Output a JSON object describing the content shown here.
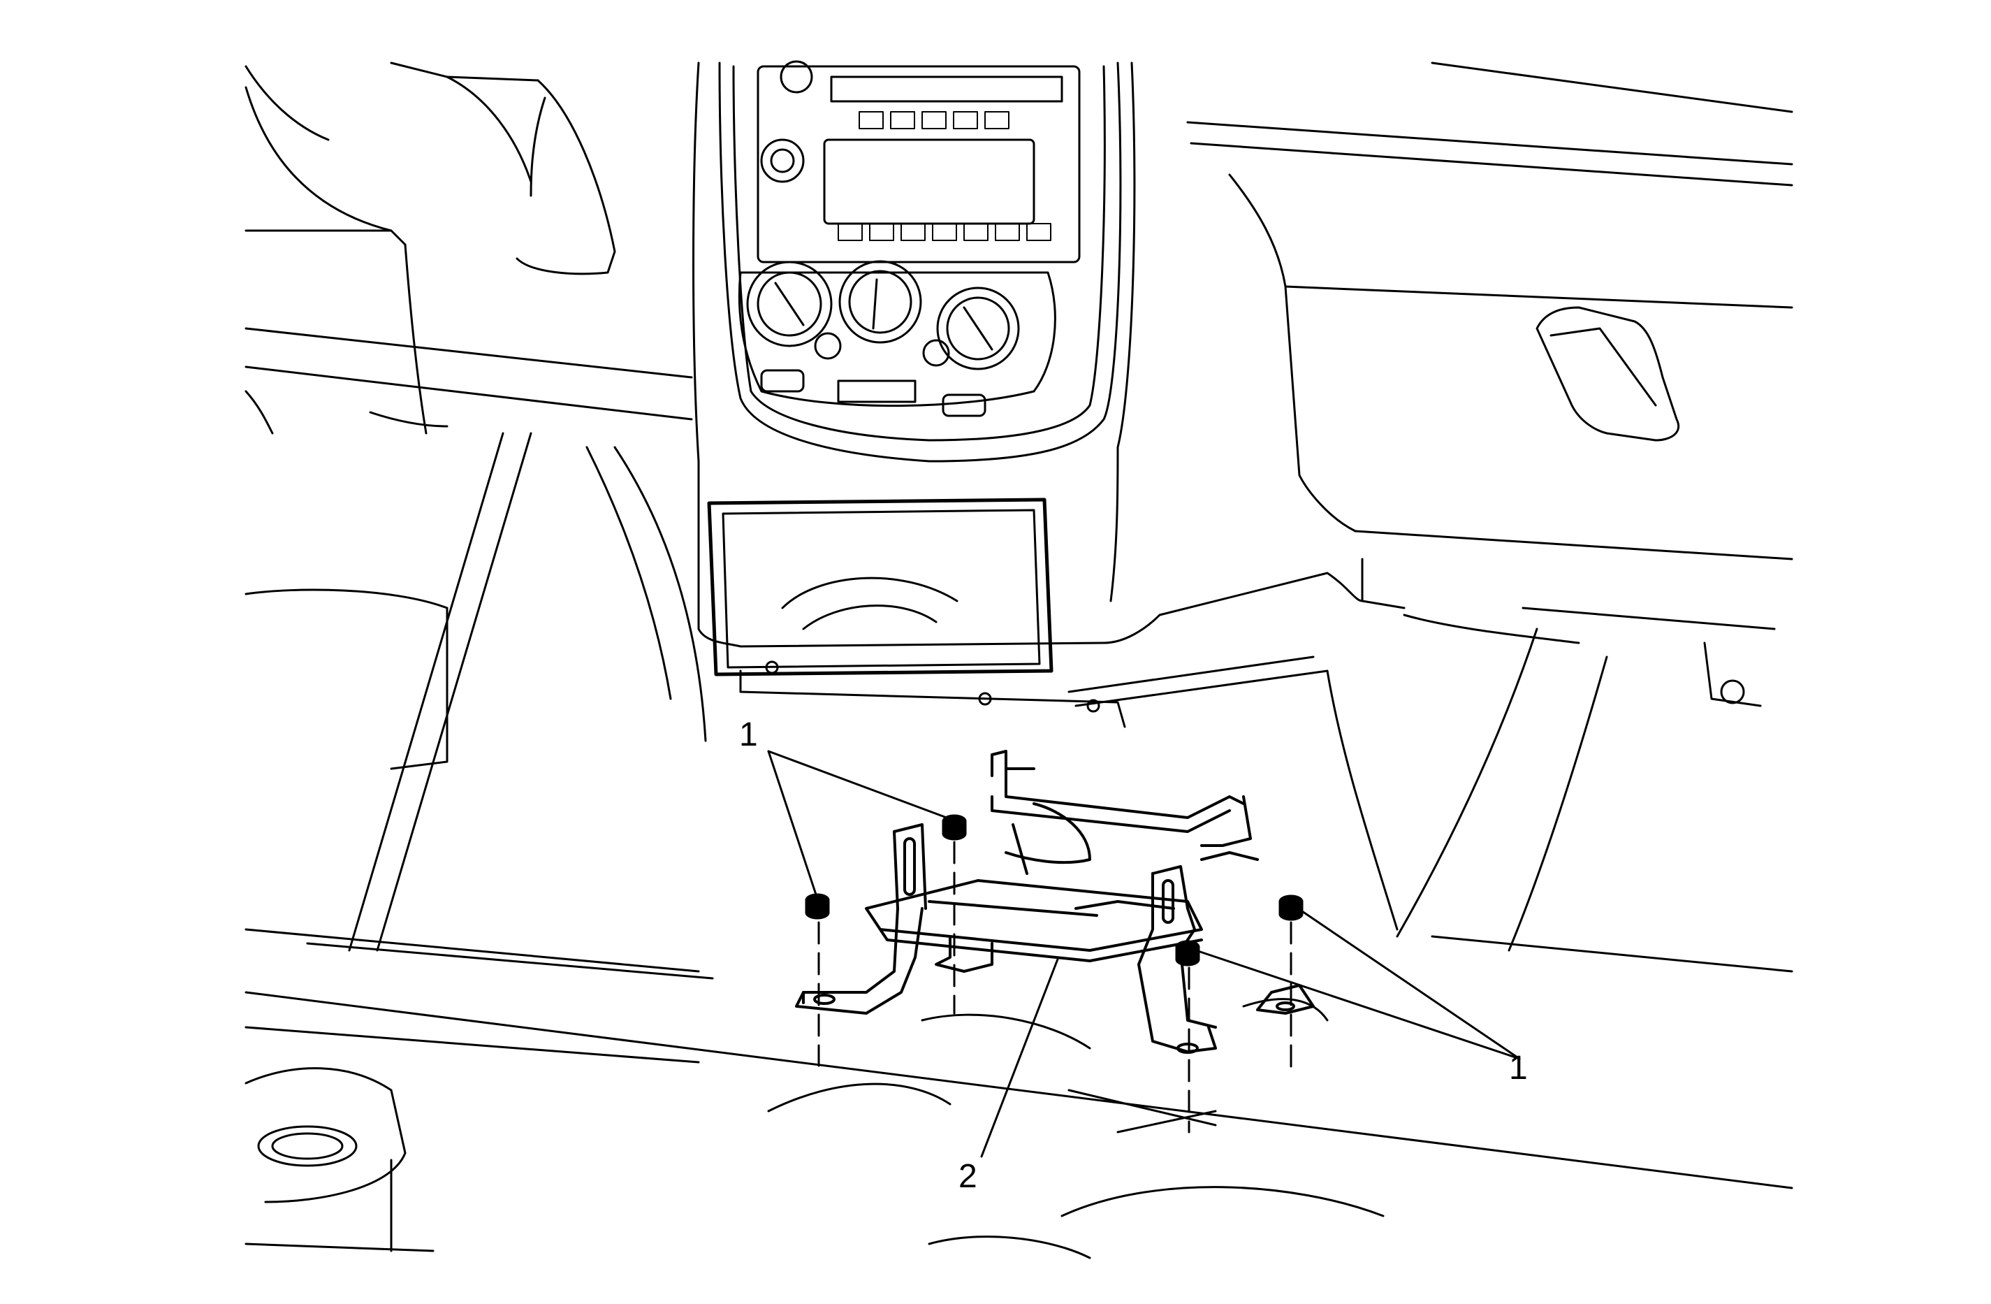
{
  "callouts": {
    "nuts_upper": "1",
    "nuts_right": "1",
    "bracket": "2"
  },
  "colors": {
    "line": "#000000",
    "background": "#ffffff"
  }
}
